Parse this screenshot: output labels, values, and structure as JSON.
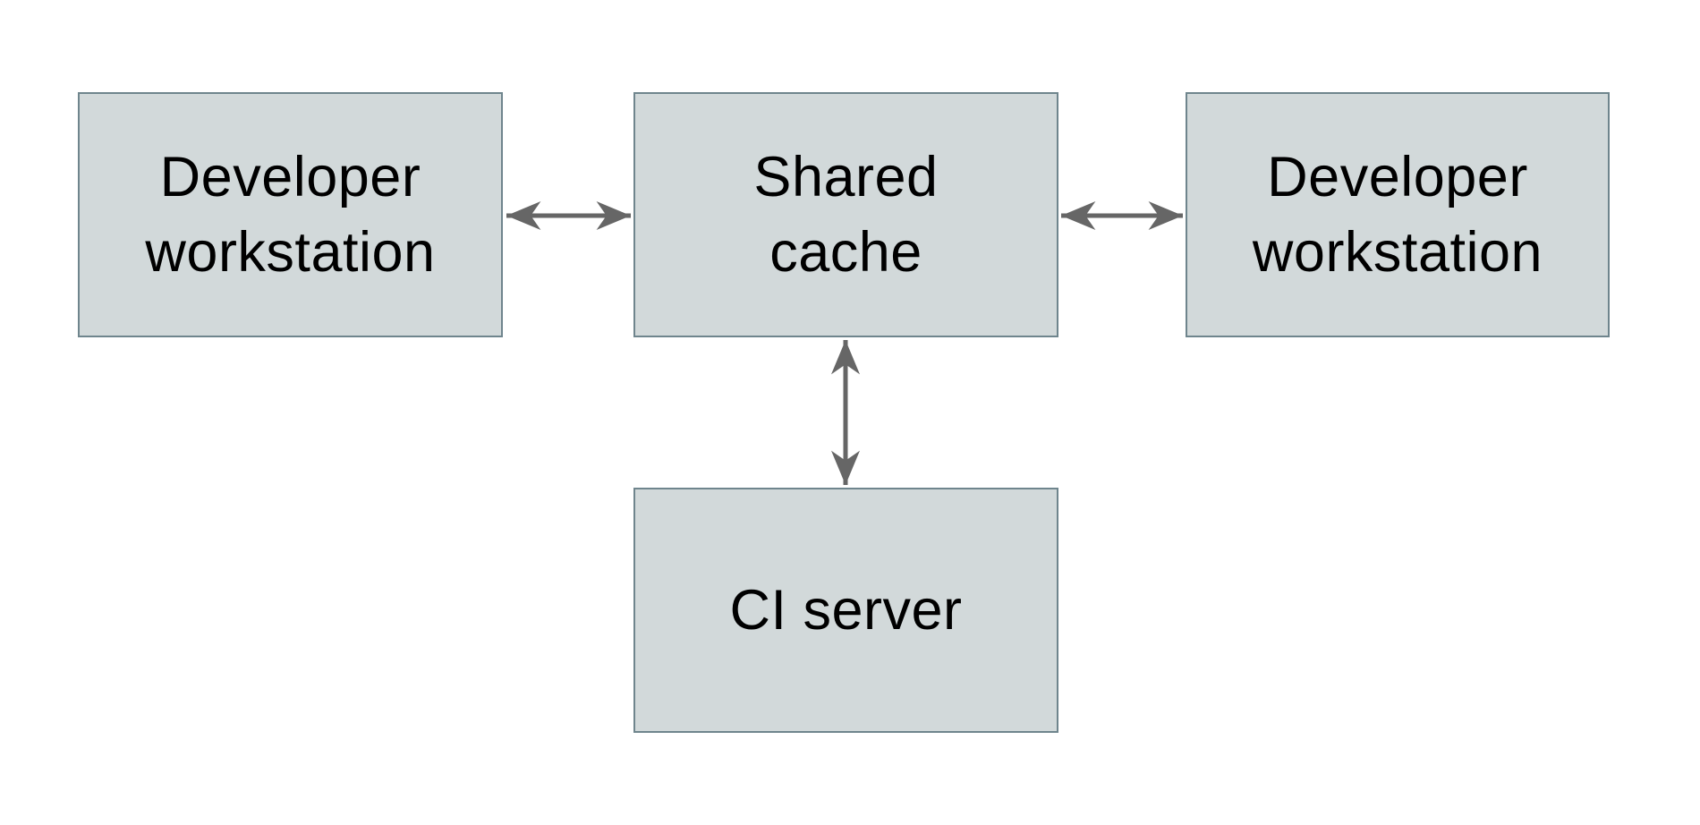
{
  "diagram": {
    "type": "architecture-diagram",
    "colors": {
      "canvas_bg": "#ffffff",
      "node_fill": "#d2d9da",
      "node_border": "#6f858d",
      "arrow_color": "#666666",
      "text_color": "#000000"
    },
    "nodes": [
      {
        "id": "developer-workstation-left",
        "label": "Developer\nworkstation"
      },
      {
        "id": "shared-cache",
        "label": "Shared\ncache"
      },
      {
        "id": "developer-workstation-right",
        "label": "Developer\nworkstation"
      },
      {
        "id": "ci-server",
        "label": "CI server"
      }
    ],
    "edges": [
      {
        "from": "developer-workstation-left",
        "to": "shared-cache",
        "bidirectional": true
      },
      {
        "from": "shared-cache",
        "to": "developer-workstation-right",
        "bidirectional": true
      },
      {
        "from": "shared-cache",
        "to": "ci-server",
        "bidirectional": true
      }
    ]
  }
}
